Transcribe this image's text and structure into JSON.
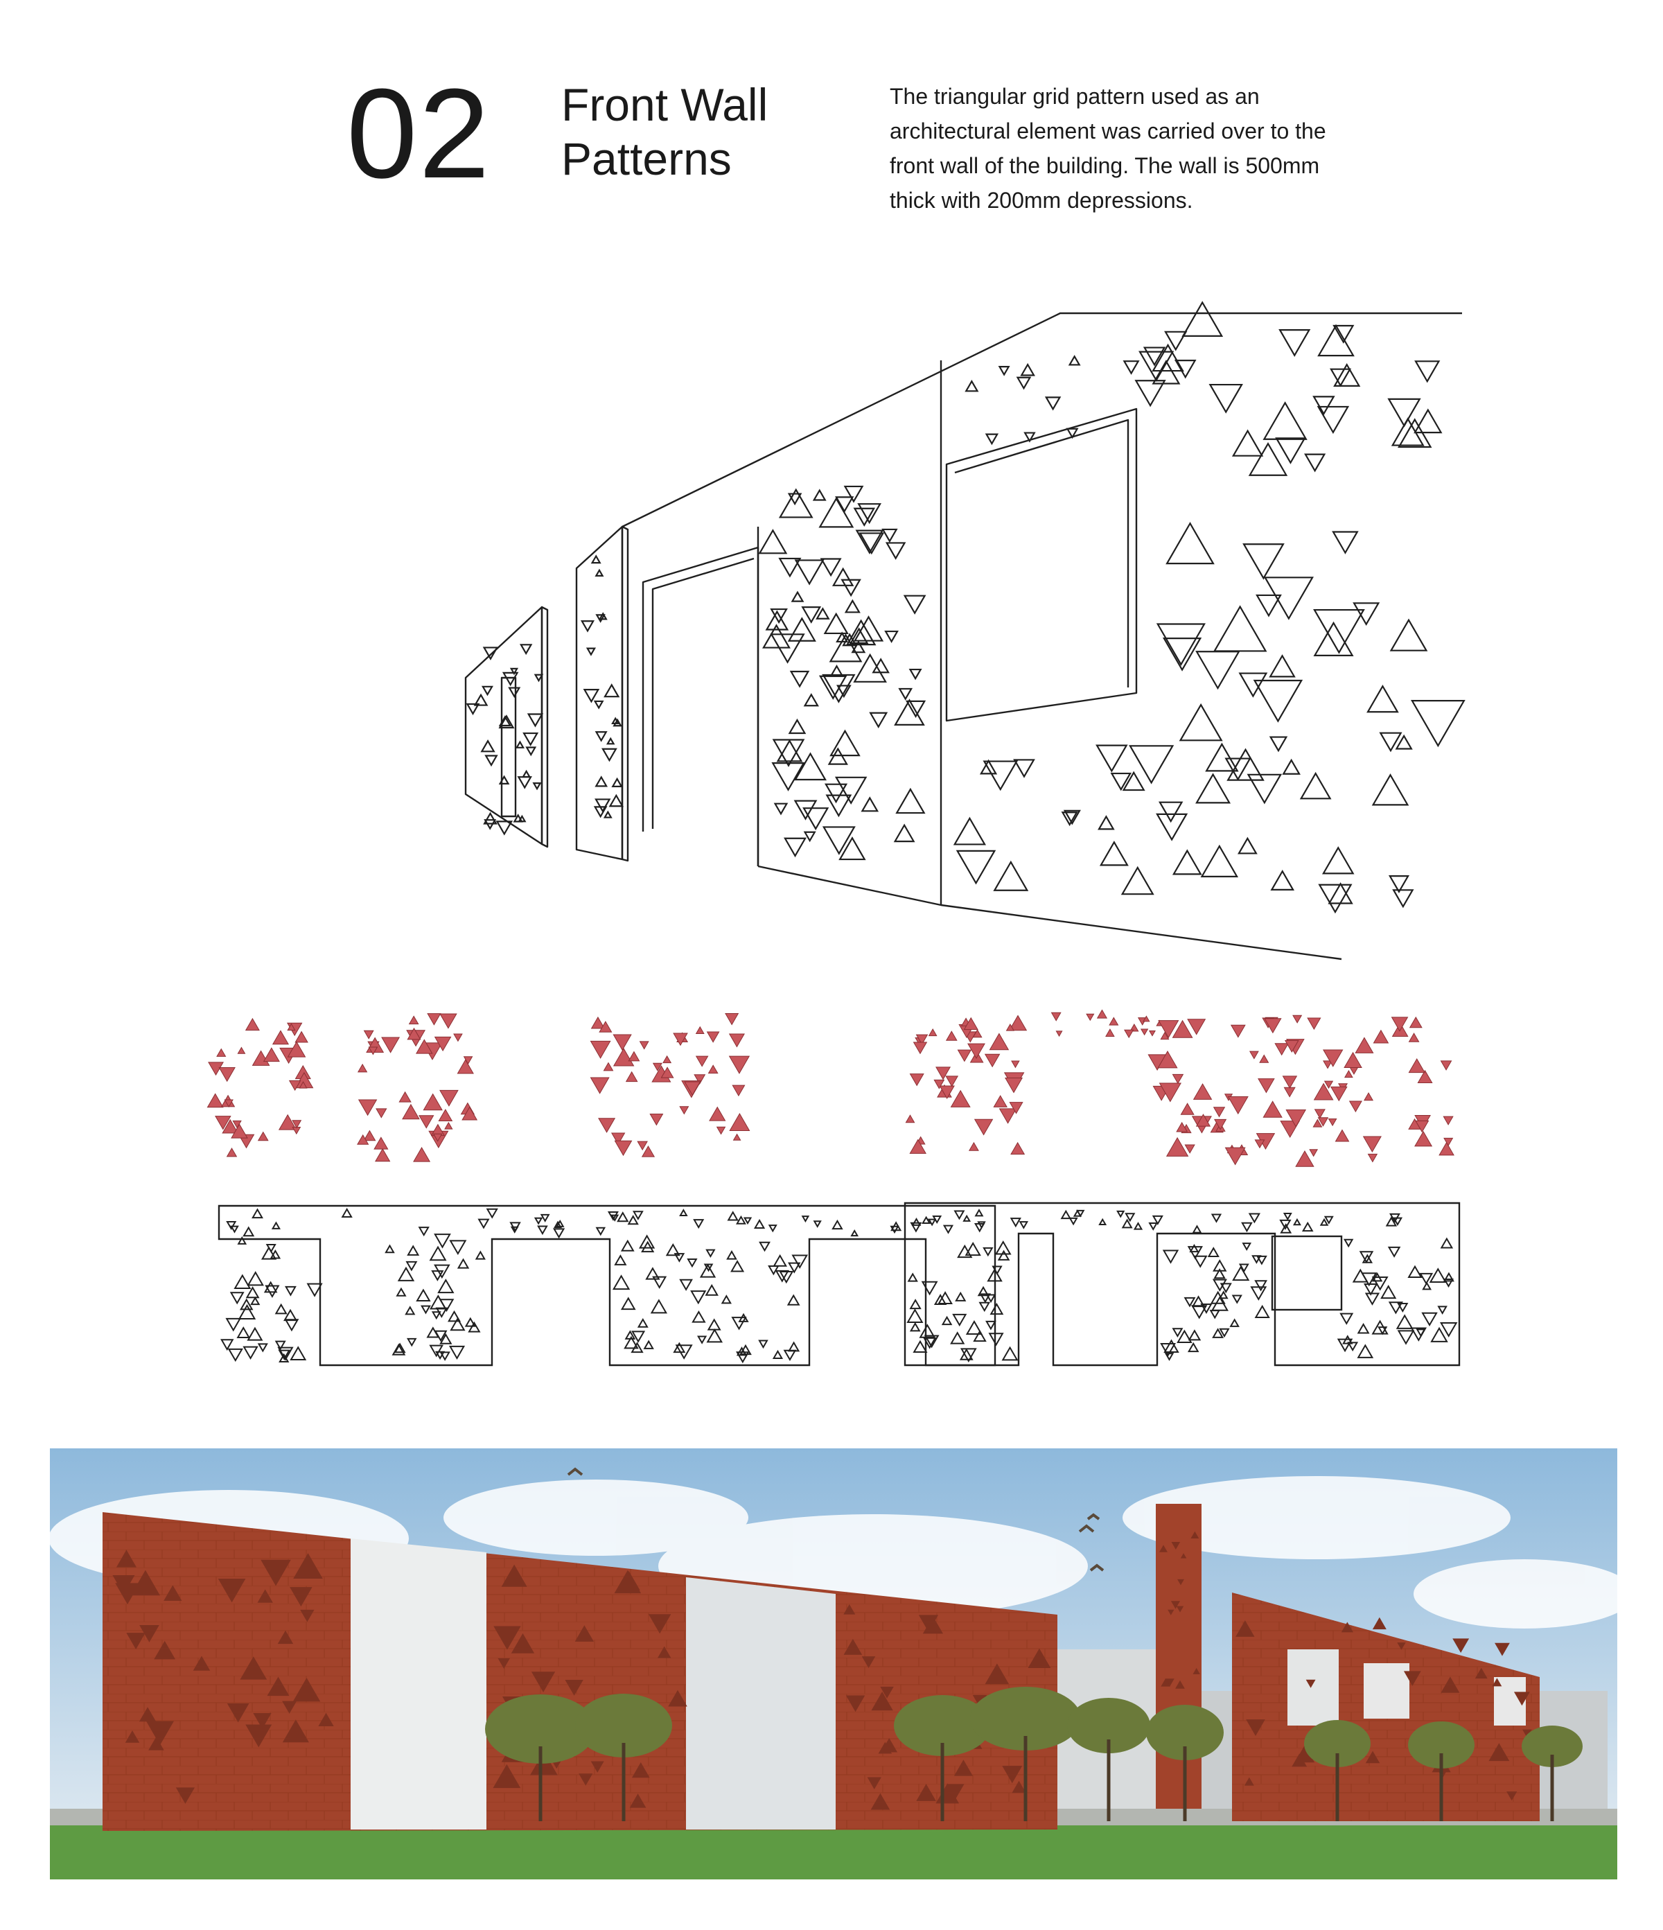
{
  "header": {
    "number": "02",
    "title_line1": "Front Wall",
    "title_line2": "Patterns",
    "description": "The triangular grid pattern used as an architectural element was carried over to the front wall of the building. The wall is 500mm thick with 200mm depressions."
  },
  "colors": {
    "accent_red": "#c7555b",
    "brick": "#a2432b",
    "brick_dark": "#7e3220",
    "sky_top": "#8eb9dc",
    "sky_bottom": "#e7eef3",
    "grass": "#5e9b43",
    "foliage": "#6b7a3a",
    "line": "#1f1f1f"
  }
}
